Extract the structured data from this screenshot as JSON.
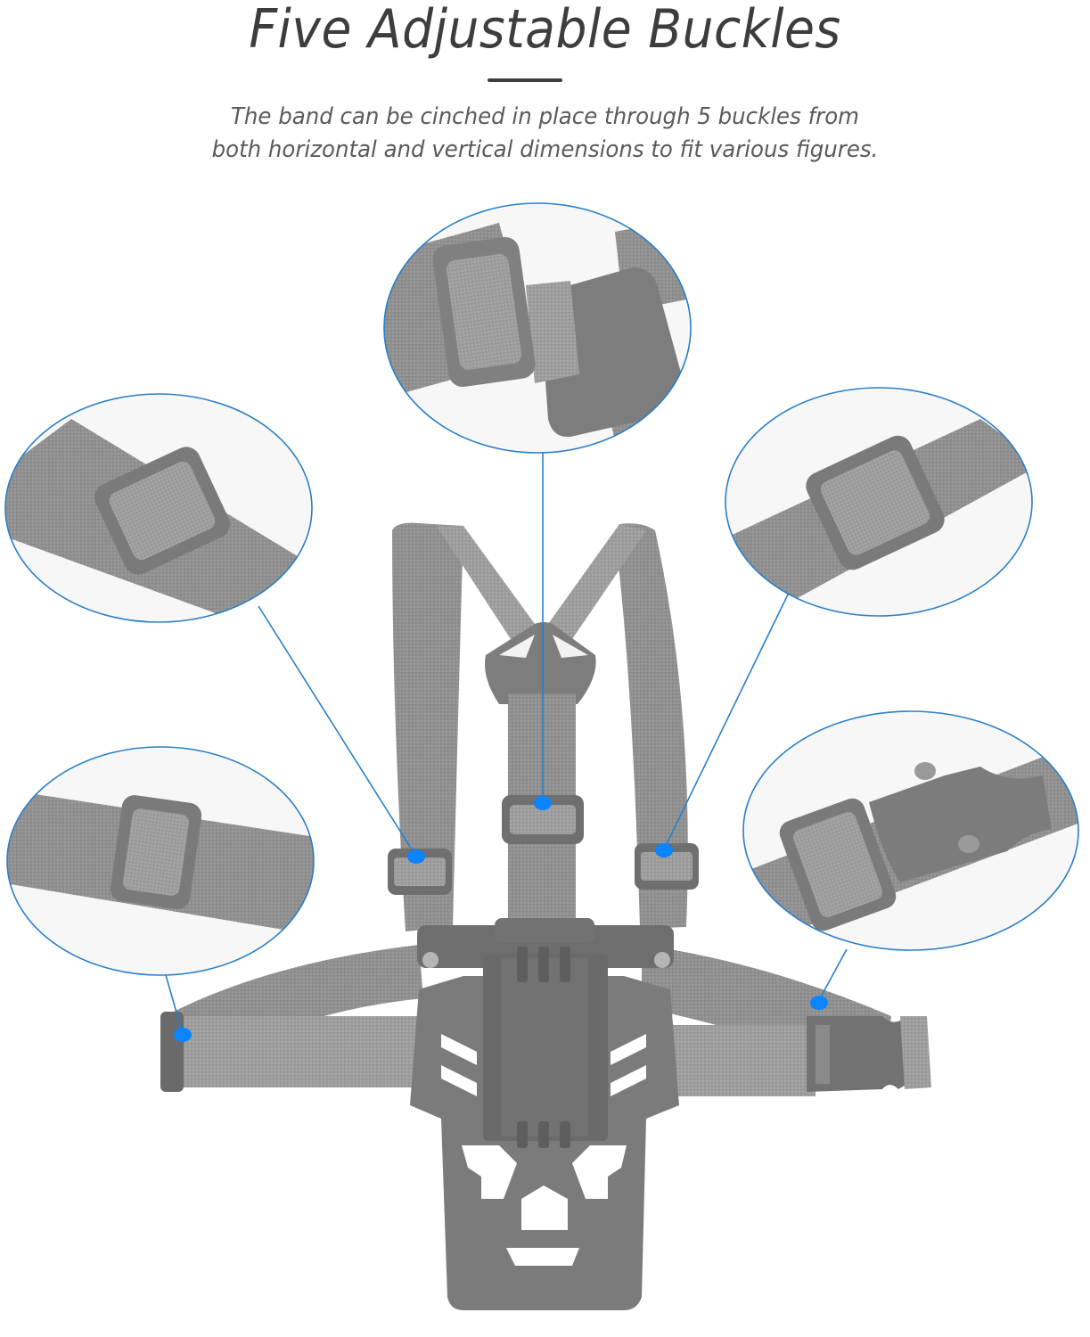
{
  "header": {
    "title": "Five Adjustable Buckles",
    "subtitle_lines": [
      "The band can be cinched in place through 5 buckles from",
      "both horizontal and vertical dimensions to fit various figures."
    ]
  },
  "colors": {
    "title_text": "#3d3d3d",
    "subtitle_text": "#5a5a5a",
    "callout_line": "#2a7fc8",
    "callout_dot": "#0a84ff",
    "strap": "#8f8f8f",
    "strap_dark": "#7a7a7a",
    "buckle_plastic": "#777777",
    "background": "#ffffff"
  },
  "product": {
    "name": "chest harness mount",
    "buckle_count": 5
  },
  "callouts": [
    {
      "id": "top-center",
      "depicts": "sternum strap slide buckle with logo plate"
    },
    {
      "id": "upper-left",
      "depicts": "left shoulder strap slide buckle"
    },
    {
      "id": "upper-right",
      "depicts": "right shoulder strap slide buckle"
    },
    {
      "id": "lower-left",
      "depicts": "left waist strap slide buckle"
    },
    {
      "id": "lower-right",
      "depicts": "waist strap slide and side-release buckle"
    }
  ]
}
